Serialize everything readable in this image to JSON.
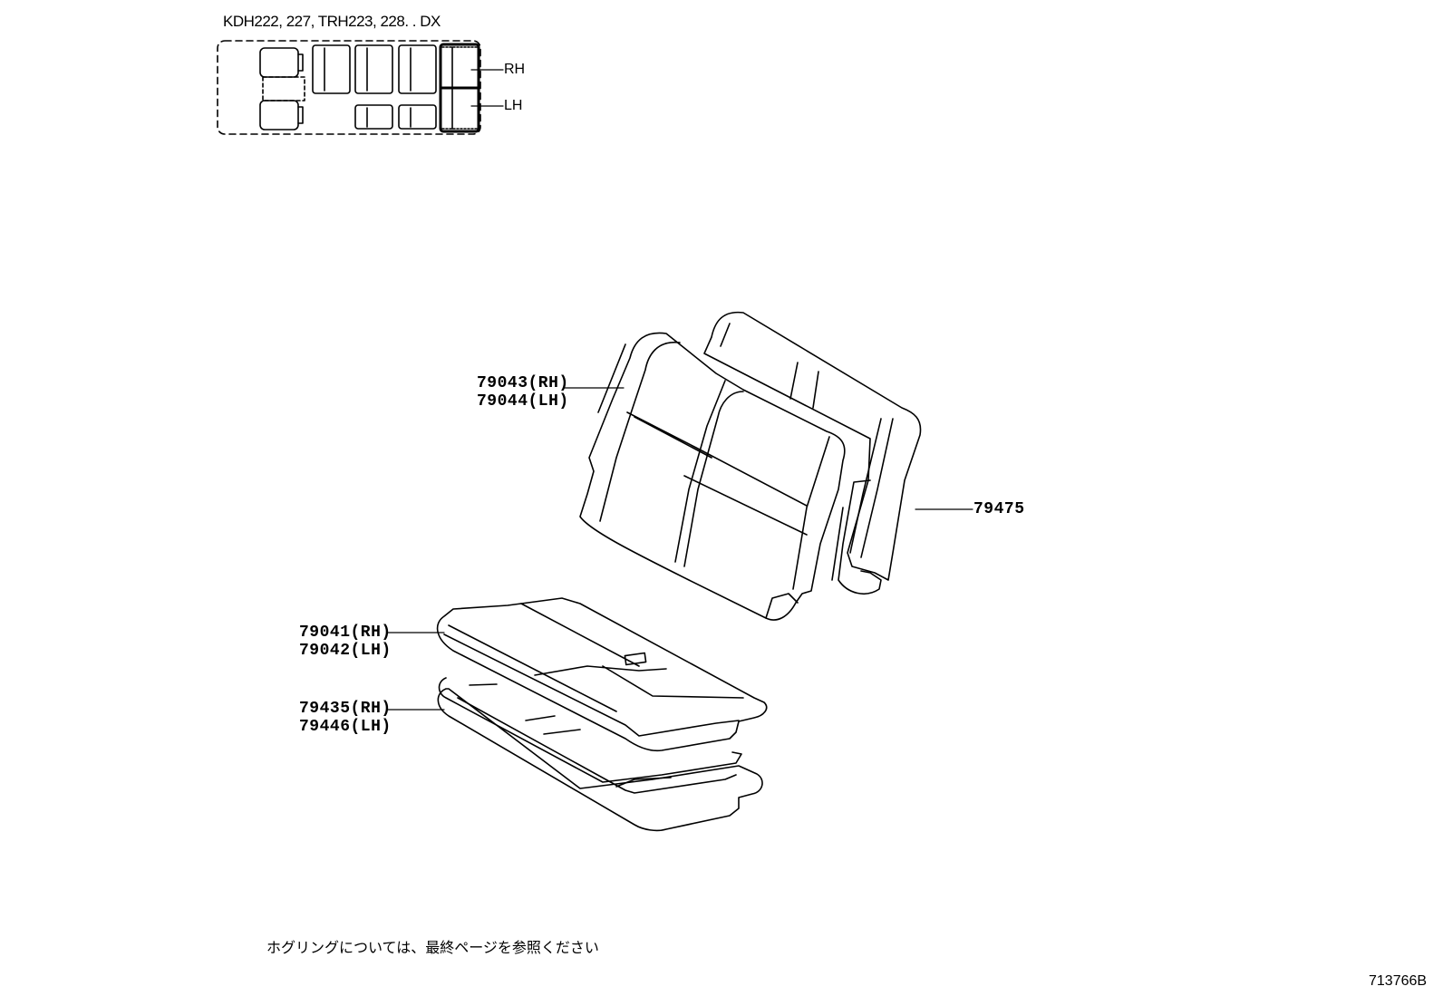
{
  "index": {
    "header": "KDH222, 227, TRH223, 228. . DX",
    "rh": "RH",
    "lh": "LH"
  },
  "parts": {
    "seatback_cover": {
      "rh": "79043(RH)",
      "lh": "79044(LH)"
    },
    "seatback_pad": "79475",
    "cushion_cover": {
      "rh": "79041(RH)",
      "lh": "79042(LH)"
    },
    "cushion_pad": {
      "rh": "79435(RH)",
      "lh": "79446(LH)"
    }
  },
  "note": "ホグリングについては、最終ページを参照ください",
  "illustration_code": "713766B"
}
